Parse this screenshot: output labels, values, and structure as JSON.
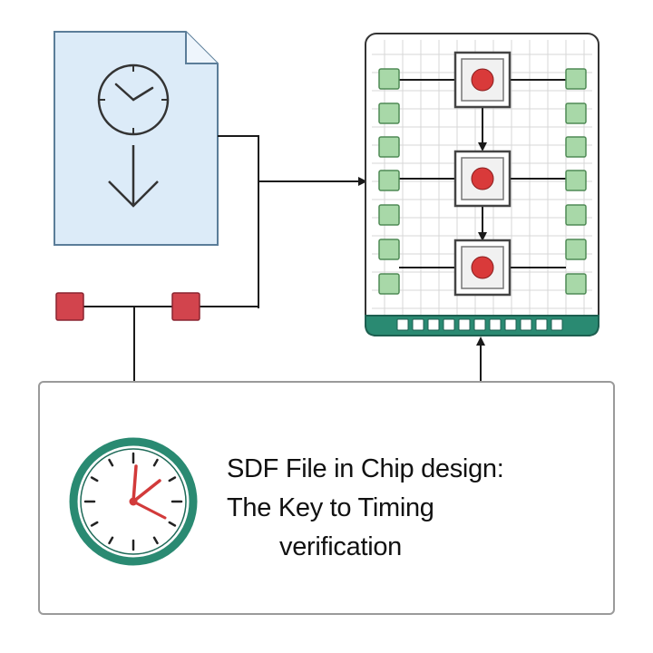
{
  "caption": {
    "line1": "SDF File in Chip design:",
    "line2": "The Key to Timing",
    "line3": "verification"
  },
  "colors": {
    "file_fill": "#dcebf8",
    "file_stroke": "#5b7d99",
    "grid_line": "#d7d7d7",
    "pad_fill": "#a8d8a8",
    "pad_stroke": "#4f8a55",
    "cell_dot": "#d93a3a",
    "base_teal": "#2a8a72",
    "port_red": "#d2444d",
    "clock_teal": "#2a8a72",
    "clock_hand": "#d23a3a",
    "wire": "#1a1a1a"
  },
  "icons": [
    "document-icon",
    "clock-icon",
    "down-arrow-icon",
    "chip-icon",
    "wall-clock-icon"
  ]
}
